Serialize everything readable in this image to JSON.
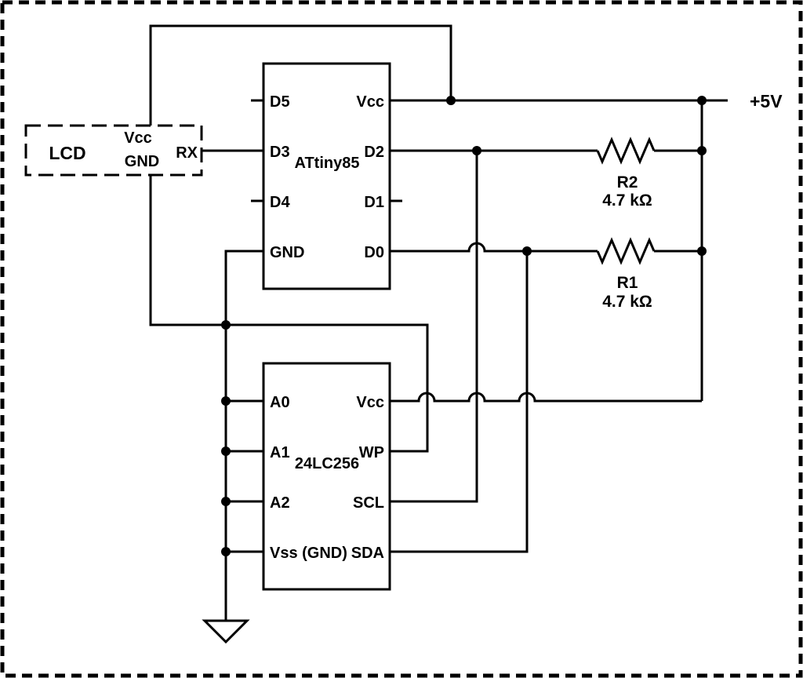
{
  "schematic": {
    "power_label": "+5V",
    "lcd": {
      "name": "LCD",
      "pin_vcc": "Vcc",
      "pin_gnd": "GND",
      "pin_rx": "RX"
    },
    "mcu": {
      "name": "ATtiny85",
      "left_pins": [
        "D5",
        "D3",
        "D4",
        "GND"
      ],
      "right_pins": [
        "Vcc",
        "D2",
        "D1",
        "D0"
      ]
    },
    "eeprom": {
      "name": "24LC256",
      "left_pins": [
        "A0",
        "A1",
        "A2",
        "Vss (GND)"
      ],
      "right_pins": [
        "Vcc",
        "WP",
        "SCL",
        "SDA"
      ]
    },
    "resistors": {
      "r2": {
        "name": "R2",
        "value": "4.7 kΩ"
      },
      "r1": {
        "name": "R1",
        "value": "4.7 kΩ"
      }
    },
    "colors": {
      "ink": "#000000",
      "paper": "#ffffff"
    }
  }
}
